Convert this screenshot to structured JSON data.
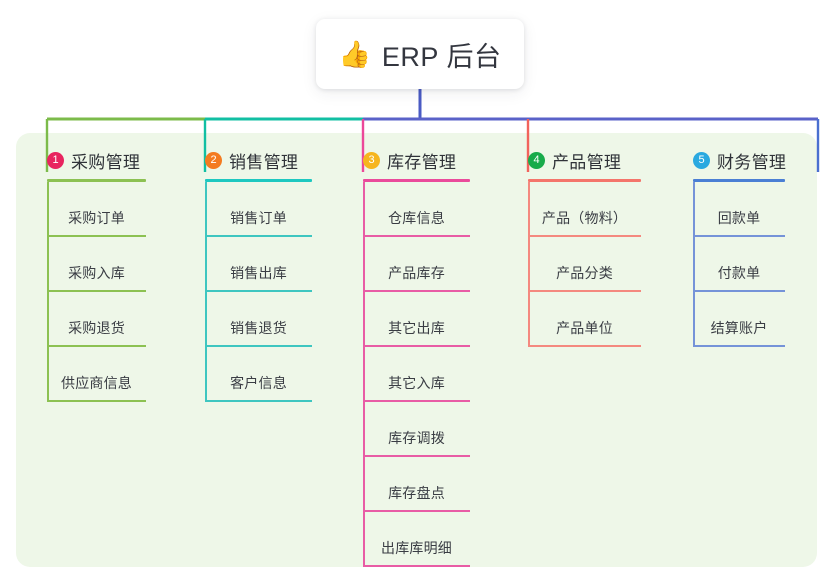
{
  "diagram": {
    "type": "mindmap-tree",
    "root": {
      "icon": "thumbs-up-icon",
      "emoji": "👍",
      "label": "ERP 后台"
    },
    "panel_color": "#eef7e8",
    "trunk_color": "#4a5bc4",
    "bus_segments": [
      {
        "name": "bus-green",
        "color": "#7cbb4a"
      },
      {
        "name": "bus-teal",
        "color": "#11bfa3"
      },
      {
        "name": "bus-blue",
        "color": "#5a62c8"
      }
    ],
    "columns": [
      {
        "index": "1",
        "title": "采购管理",
        "badge_color": "#e8245f",
        "rule_color": "#8cc152",
        "line_color": "#8cc152",
        "drop_color": "#7cbb4a",
        "items": [
          "采购订单",
          "采购入库",
          "采购退货",
          "供应商信息"
        ]
      },
      {
        "index": "2",
        "title": "销售管理",
        "badge_color": "#f47b20",
        "rule_color": "#1ec8c0",
        "line_color": "#3ec6c0",
        "drop_color": "#11bfa3",
        "items": [
          "销售订单",
          "销售出库",
          "销售退货",
          "客户信息"
        ]
      },
      {
        "index": "3",
        "title": "库存管理",
        "badge_color": "#f6b51e",
        "rule_color": "#ea4b9b",
        "line_color": "#e85ca5",
        "drop_color": "#ec4899",
        "items": [
          "仓库信息",
          "产品库存",
          "其它出库",
          "其它入库",
          "库存调拨",
          "库存盘点",
          "出库库明细"
        ]
      },
      {
        "index": "4",
        "title": "产品管理",
        "badge_color": "#18ab4b",
        "rule_color": "#f4756b",
        "line_color": "#f4897f",
        "drop_color": "#f2635c",
        "items": [
          "产品（物料）",
          "产品分类",
          "产品单位"
        ]
      },
      {
        "index": "5",
        "title": "财务管理",
        "badge_color": "#2aa9e0",
        "rule_color": "#4a7fd4",
        "line_color": "#7593d8",
        "drop_color": "#4a6fd0",
        "items": [
          "回款单",
          "付款单",
          "结算账户"
        ]
      }
    ]
  }
}
